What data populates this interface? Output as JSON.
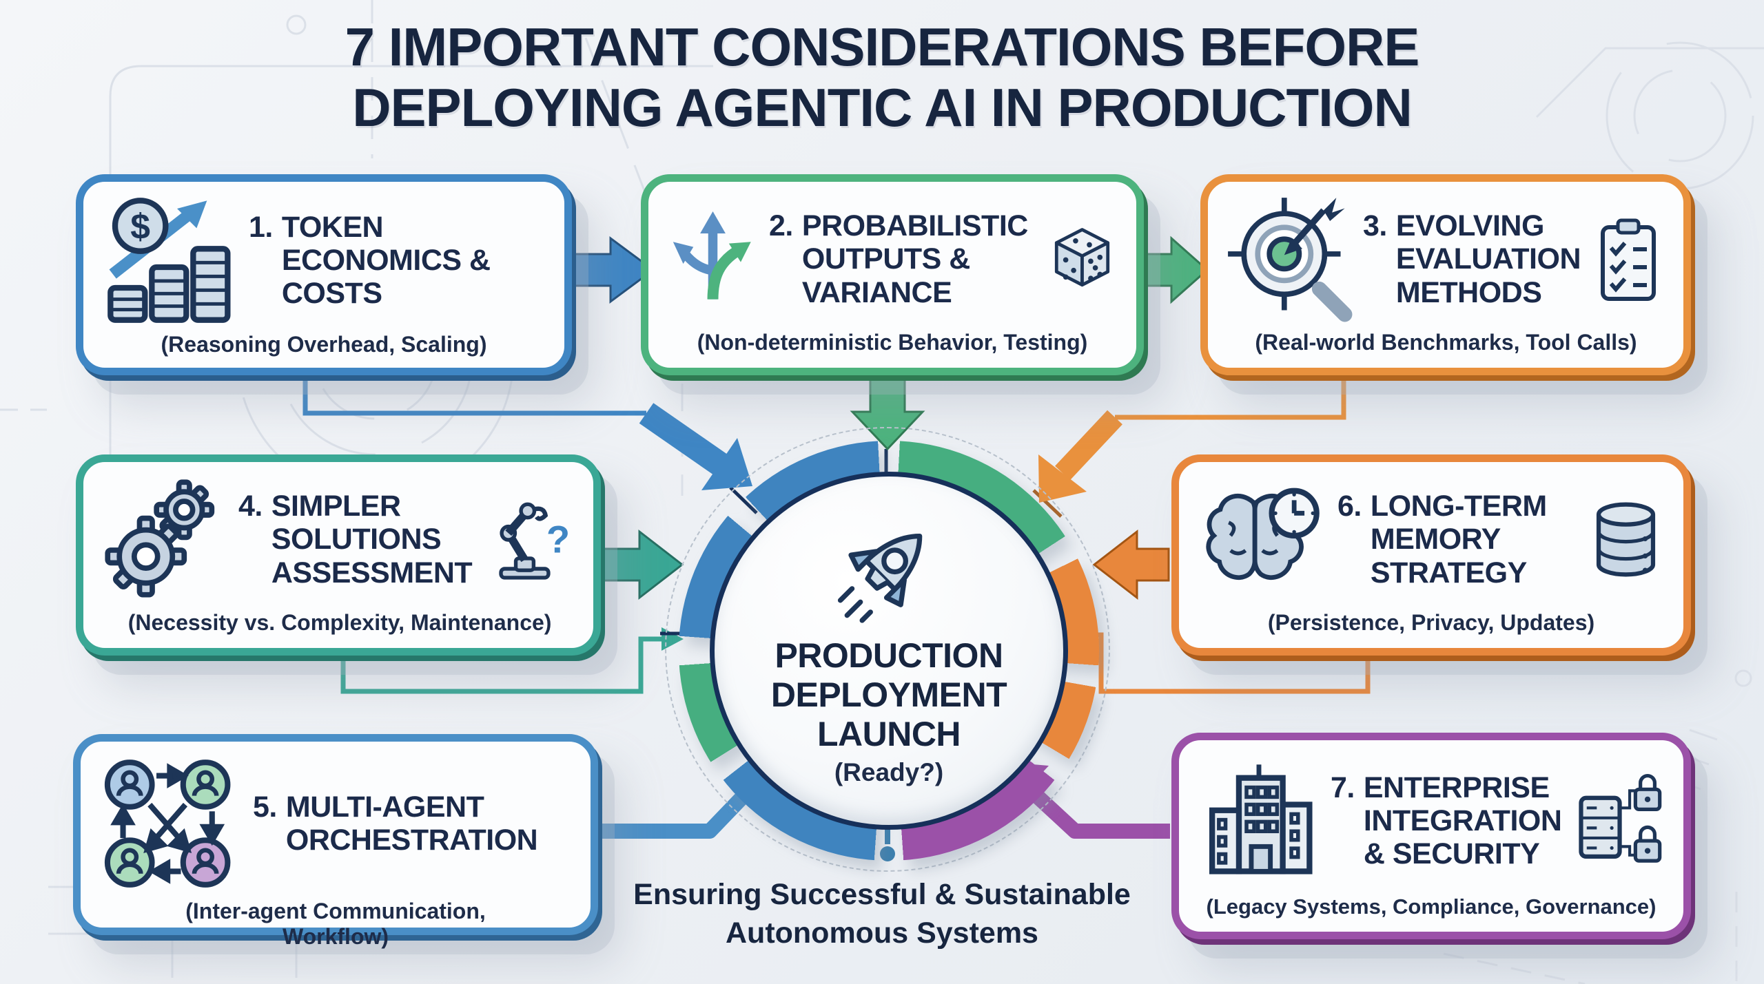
{
  "title": {
    "line1": "7 IMPORTANT CONSIDERATIONS BEFORE",
    "line2": "DEPLOYING AGENTIC AI IN PRODUCTION"
  },
  "boxes": [
    {
      "number": "1.",
      "title": "TOKEN ECONOMICS & COSTS",
      "subtitle": "(Reasoning Overhead, Scaling)",
      "color": "#3f86c4",
      "color_dark": "#2b5e8d",
      "icons": [
        "money-growth-icon"
      ]
    },
    {
      "number": "2.",
      "title": "PROBABILISTIC OUTPUTS & VARIANCE",
      "subtitle": "(Non-deterministic Behavior, Testing)",
      "color": "#4db37e",
      "color_dark": "#2f7a52",
      "icons": [
        "branching-arrows-icon",
        "dice-icon"
      ]
    },
    {
      "number": "3.",
      "title": "EVOLVING EVALUATION METHODS",
      "subtitle": "(Real-world Benchmarks, Tool Calls)",
      "color": "#e9913d",
      "color_dark": "#b2661f",
      "icons": [
        "target-magnifier-icon",
        "checklist-icon"
      ]
    },
    {
      "number": "4.",
      "title": "SIMPLER SOLUTIONS ASSESSMENT",
      "subtitle": "(Necessity vs. Complexity, Maintenance)",
      "color": "#3aa795",
      "color_dark": "#26776a",
      "icons": [
        "gears-icon",
        "robot-arm-icon"
      ]
    },
    {
      "number": "5.",
      "title": "MULTI-AGENT ORCHESTRATION",
      "subtitle": "(Inter-agent Communication, Workflow)",
      "color": "#4a8fc7",
      "color_dark": "#2f6594",
      "icons": [
        "agents-network-icon"
      ]
    },
    {
      "number": "6.",
      "title": "LONG-TERM MEMORY STRATEGY",
      "subtitle": "(Persistence, Privacy, Updates)",
      "color": "#e8873c",
      "color_dark": "#ad5d1c",
      "icons": [
        "brain-clock-icon",
        "database-icon"
      ]
    },
    {
      "number": "7.",
      "title": "ENTERPRISE INTEGRATION & SECURITY",
      "subtitle": "(Legacy Systems, Compliance, Governance)",
      "color": "#9b51a8",
      "color_dark": "#6e3379",
      "icons": [
        "building-icon",
        "server-locks-icon"
      ]
    }
  ],
  "center": {
    "line1": "PRODUCTION",
    "line2": "DEPLOYMENT",
    "line3": "LAUNCH",
    "sub": "(Ready?)",
    "icon": "rocket-icon"
  },
  "footer": {
    "line1": "Ensuring Successful & Sustainable",
    "line2": "Autonomous Systems"
  },
  "colors": {
    "background": "#eef1f5",
    "text_navy": "#1b2a4a",
    "ring_blue": "#3f84bf",
    "ring_green": "#46ae80",
    "ring_orange": "#e8873c",
    "ring_purple": "#9b51a8"
  }
}
